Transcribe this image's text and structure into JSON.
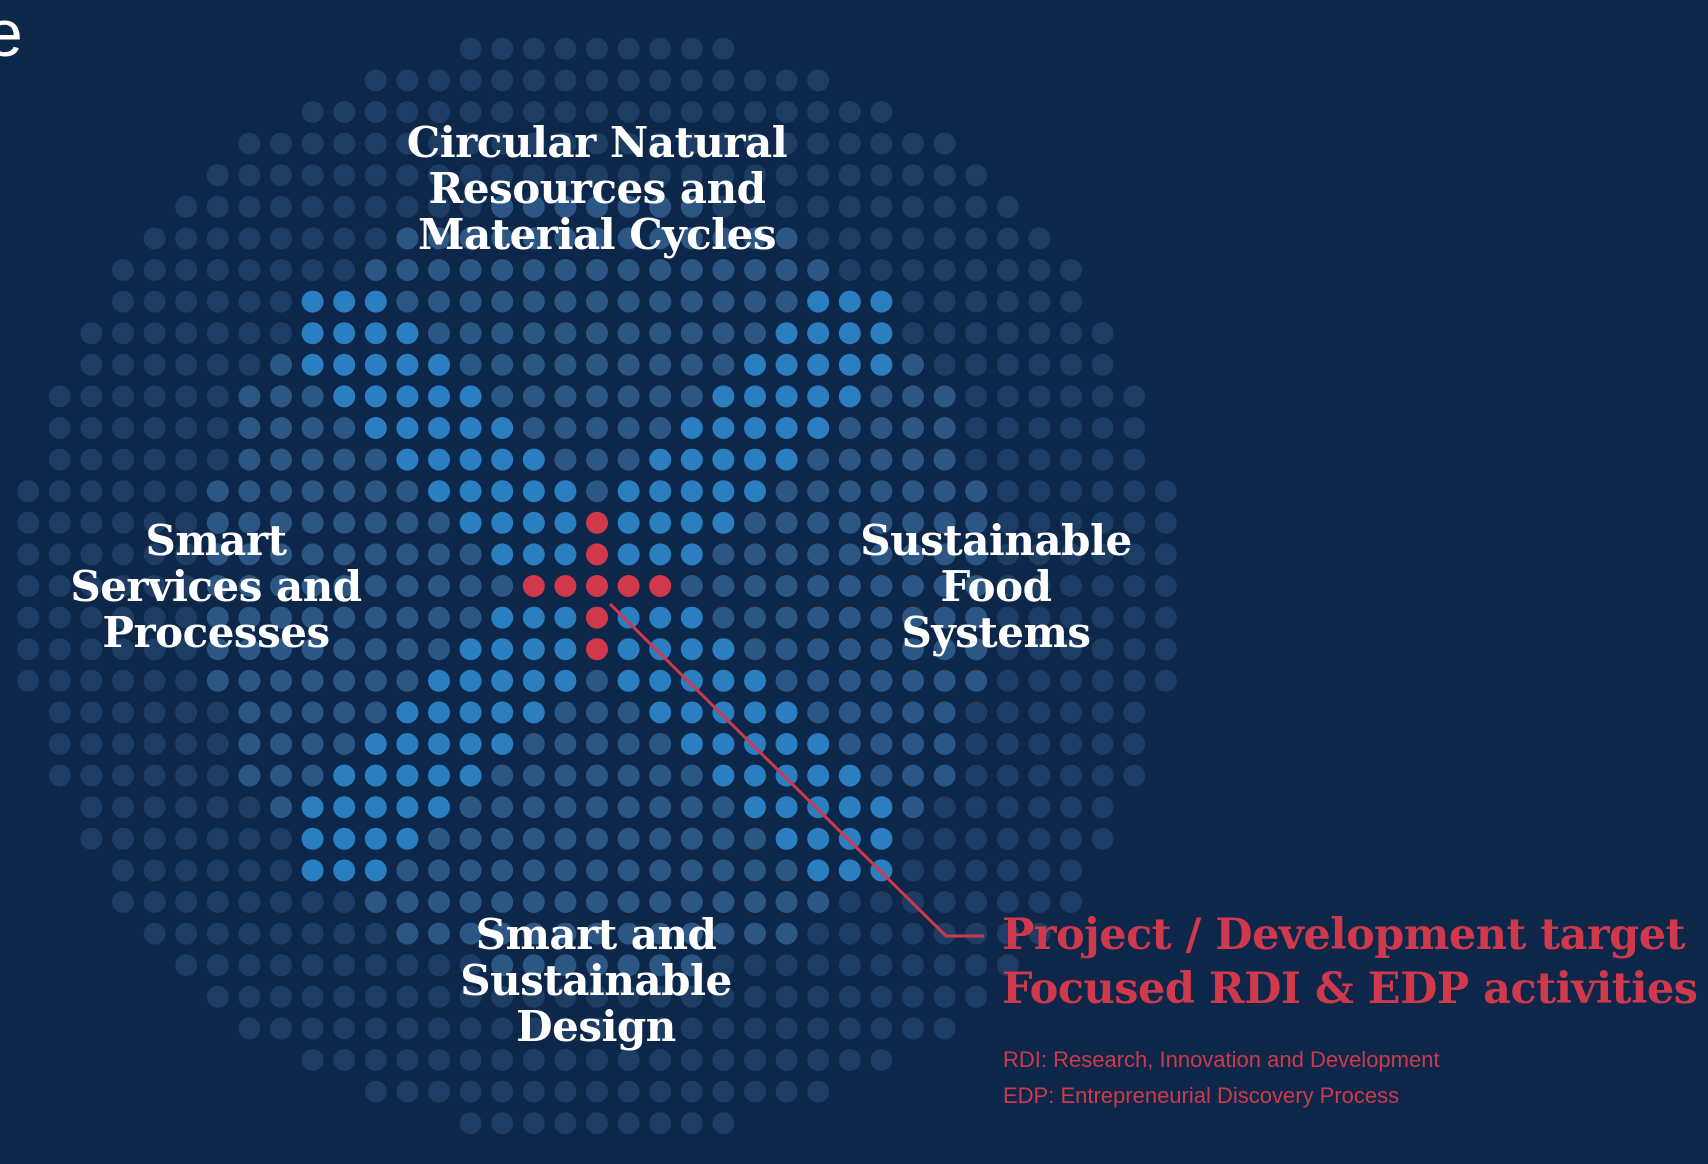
{
  "areas": {
    "top": {
      "lines": [
        "Circular Natural",
        "Resources and",
        "Material Cycles"
      ]
    },
    "left": {
      "lines": [
        "Smart",
        "Services and",
        "Processes"
      ]
    },
    "right": {
      "lines": [
        "Sustainable",
        "Food",
        "Systems"
      ]
    },
    "bottom": {
      "lines": [
        "Smart and",
        "Sustainable",
        "Design"
      ]
    }
  },
  "target": {
    "title_lines": [
      "Project / Development target",
      "Focused RDI & EDP activities"
    ]
  },
  "abbreviations": [
    "RDI: Research, Innovation and Development",
    "EDP: Entrepreneurial Discovery Process"
  ],
  "corner_fragment": "e",
  "colors": {
    "background": "#0c274a",
    "dot_faint": "#1e3d64",
    "dot_medium": "#2c5684",
    "dot_bright": "#2b7fc1",
    "dot_target": "#d0394b",
    "text_primary": "#ffffff",
    "accent": "#d0394b"
  }
}
